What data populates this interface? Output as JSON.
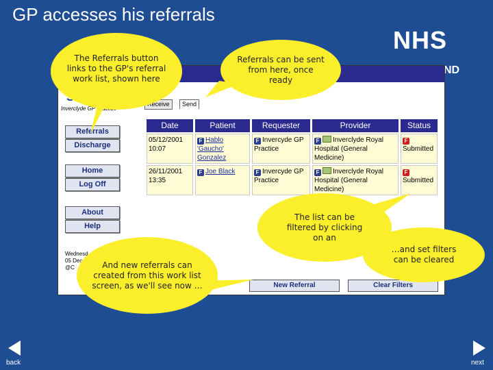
{
  "slide": {
    "title": "GP accesses his referrals",
    "logo": "NHS",
    "logo_sub": "ND",
    "back_label": "back",
    "next_label": "next"
  },
  "app": {
    "brand": "SCO    ND",
    "practice": "Inverclyde GP Practice",
    "tabs": [
      "Receive",
      "Send"
    ],
    "nav": [
      "Referrals",
      "Discharge",
      "Home",
      "Log Off",
      "About",
      "Help"
    ],
    "date_partial": [
      "Wednesd",
      "05 Dece",
      "@C"
    ],
    "columns": [
      "Date",
      "Patient",
      "Requester",
      "Provider",
      "Status"
    ],
    "rows": [
      {
        "date": "05/12/2001 10:07",
        "patient": "Hablo 'Gaucho' Gonzalez",
        "requester": "Invercyde GP Practice",
        "provider": "Inverclyde Royal Hospital (General Medicine)",
        "status": "Submitted"
      },
      {
        "date": "26/11/2001 13:35",
        "patient": "Joe Black",
        "requester": "Invercyde GP Practice",
        "provider": "Inverclyde Royal Hospital (General Medicine)",
        "status": "Submitted"
      }
    ],
    "filter_icon": "F",
    "new_referral": "New Referral",
    "clear_filters": "Clear Filters"
  },
  "callouts": {
    "referrals_button": "The Referrals button links to the GP's referral work list, shown here",
    "send_tab": "Referrals can be sent from here, once ready",
    "filter": "The list can be filtered by clicking on an",
    "clear": "…and set filters can be cleared",
    "new_referral": "And new referrals can created from this work list screen, as we'll see now …"
  },
  "colors": {
    "background": "#1f4d94",
    "callout": "#fbef2b",
    "header": "#2b2a8f",
    "row": "#fffbd5"
  }
}
